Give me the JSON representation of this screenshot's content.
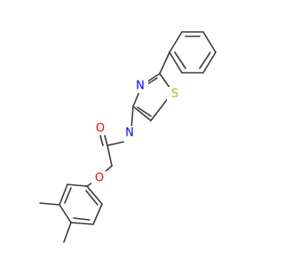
{
  "molecule": {
    "atoms": [
      {
        "id": "oxygen-carbonyl",
        "symbol": "O",
        "color": "#ff0000"
      },
      {
        "id": "nitrogen-amide",
        "symbol": "N",
        "color": "#0000ff"
      },
      {
        "id": "oxygen-ether",
        "symbol": "O",
        "color": "#ff0000"
      },
      {
        "id": "nitrogen-thiazole",
        "symbol": "N",
        "color": "#0000ff"
      },
      {
        "id": "sulfur-thiazole",
        "symbol": "S",
        "color": "#b8b800"
      }
    ],
    "bond_color": "#3a3a3a"
  }
}
